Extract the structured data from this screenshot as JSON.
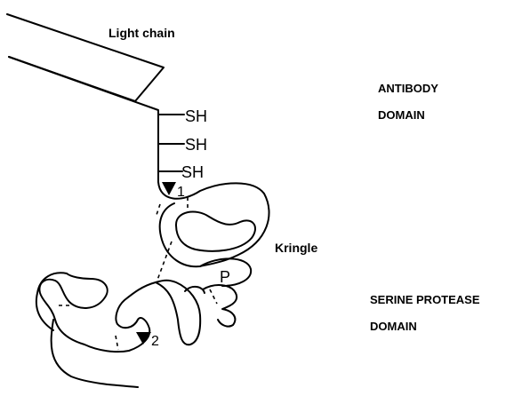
{
  "labels": {
    "light_chain": "Light chain",
    "sh1": "SH",
    "sh2": "SH",
    "sh3": "SH",
    "marker1": "1",
    "marker2": "2",
    "kringle": "Kringle",
    "p": "P",
    "antibody_line1": "ANTIBODY",
    "antibody_line2": "DOMAIN",
    "serine_line1": "SERINE  PROTEASE",
    "serine_line2": "DOMAIN"
  }
}
